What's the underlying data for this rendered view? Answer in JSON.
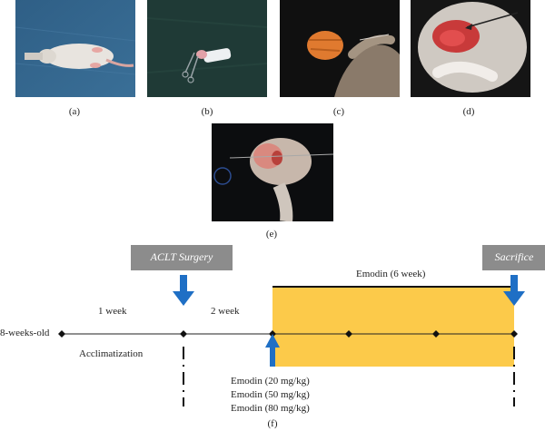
{
  "panels": [
    {
      "id": "a",
      "caption": "(a)"
    },
    {
      "id": "b",
      "caption": "(b)"
    },
    {
      "id": "c",
      "caption": "(c)"
    },
    {
      "id": "d",
      "caption": "(d)"
    },
    {
      "id": "e",
      "caption": "(e)"
    }
  ],
  "timeline": {
    "caption": "(f)",
    "start_label": "8-weeks-old",
    "period1_label": "1 week",
    "acclimatization_label": "Acclimatization",
    "period2_label": "2 week",
    "surgery_box": "ACLT Surgery",
    "sacrifice_box": "Sacrifice",
    "emodin_period_label": "Emodin (6 week)",
    "doses": [
      "Emodin (20 mg/kg)",
      "Emodin (50 mg/kg)",
      "Emodin (80 mg/kg)"
    ],
    "colors": {
      "treatment_fill": "#fcca4a",
      "arrow": "#1f6fc5",
      "label_box": "#8c8c8c"
    }
  }
}
